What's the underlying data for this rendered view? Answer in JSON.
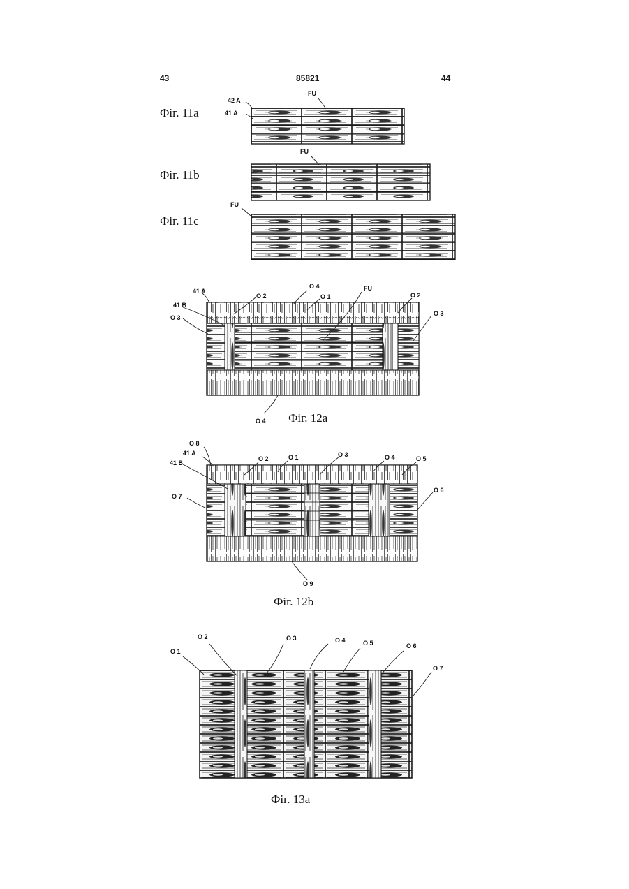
{
  "header": {
    "left_page": "43",
    "doc_number": "85821",
    "right_page": "44"
  },
  "figures": {
    "fig11a": {
      "caption": "Фіг. 11a",
      "labels": {
        "a42": "42 A",
        "a41": "41 A",
        "fu": "FU"
      }
    },
    "fig11b": {
      "caption": "Фіг. 11b",
      "labels": {
        "fu": "FU"
      }
    },
    "fig11c": {
      "caption": "Фіг. 11c",
      "labels": {
        "fu": "FU"
      }
    },
    "fig12a": {
      "caption": "Фіг. 12a",
      "labels": {
        "a41": "41 A",
        "b41": "41 B",
        "o3l": "O 3",
        "o2l": "O 2",
        "o4t": "O 4",
        "o1": "O 1",
        "fu": "FU",
        "o2r": "O 2",
        "o3r": "O 3",
        "o4b": "O 4"
      }
    },
    "fig12b": {
      "caption": "Фіг. 12b",
      "labels": {
        "o8": "O 8",
        "a41": "41 A",
        "b41": "41 B",
        "o7": "O 7",
        "o2": "O 2",
        "o1": "O 1",
        "o3": "O 3",
        "o4": "O 4",
        "o5": "O 5",
        "o6": "O 6",
        "o9": "O 9"
      }
    },
    "fig13a": {
      "caption": "Фіг. 13a",
      "labels": {
        "o1": "O 1",
        "o2": "O 2",
        "o3": "O 3",
        "o4": "O 4",
        "o5": "O 5",
        "o6": "O 6",
        "o7": "O 7"
      }
    }
  }
}
